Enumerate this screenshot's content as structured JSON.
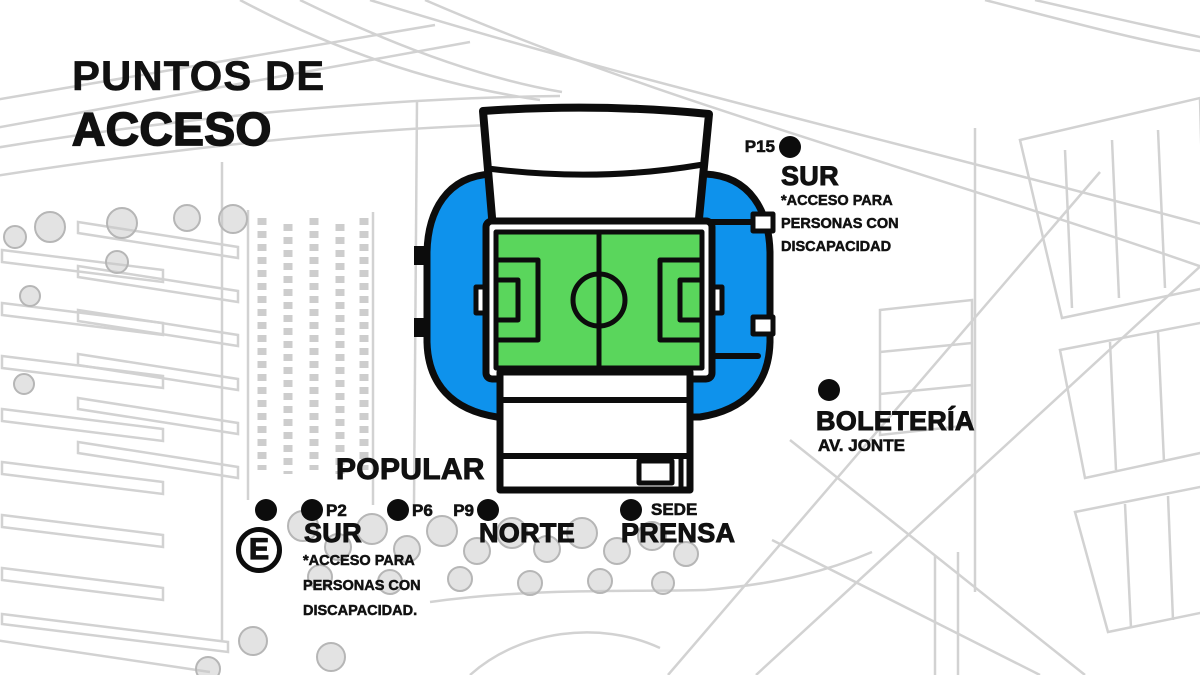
{
  "title": {
    "line1": "PUNTOS DE",
    "line2": "ACCESO"
  },
  "colors": {
    "stand_blue": "#0E92EC",
    "pitch_green": "#5AD65C",
    "ink": "#0C0C0C",
    "map_line": "#D2D2D2"
  },
  "points": {
    "p15": {
      "code": "P15",
      "name": "SUR",
      "note1": "*ACCESO PARA",
      "note2": "PERSONAS CON",
      "note3": "DISCAPACIDAD"
    },
    "boleteria": {
      "name": "BOLETERÍA",
      "street": "AV. JONTE"
    },
    "popular": {
      "name": "POPULAR"
    },
    "sur": {
      "code": "P2",
      "name": "SUR",
      "parking_symbol": "E",
      "note1": "*ACCESO PARA",
      "note2": "PERSONAS CON",
      "note3": "DISCAPACIDAD."
    },
    "p6": {
      "code": "P6"
    },
    "norte": {
      "code": "P9",
      "name": "NORTE"
    },
    "prensa": {
      "code": "SEDE",
      "name": "PRENSA"
    }
  }
}
